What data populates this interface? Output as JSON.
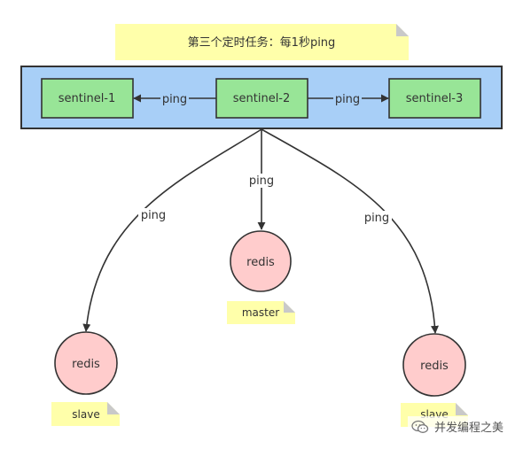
{
  "note_title": "第三个定时任务：每1秒ping",
  "sentinels": {
    "s1": "sentinel-1",
    "s2": "sentinel-2",
    "s3": "sentinel-3"
  },
  "edges": {
    "s2_to_s1": "ping",
    "s2_to_s3": "ping",
    "to_left_slave": "ping",
    "to_master": "ping",
    "to_right_slave": "ping"
  },
  "nodes": {
    "master": {
      "label": "redis",
      "note": "master"
    },
    "slave_left": {
      "label": "redis",
      "note": "slave"
    },
    "slave_right": {
      "label": "redis",
      "note": "slave"
    }
  },
  "watermark": "并发编程之美",
  "colors": {
    "note_fill": "#ffffaa",
    "group_fill": "#a8cff7",
    "sentinel_fill": "#98e597",
    "redis_fill": "#ffcccc",
    "stroke": "#333333"
  }
}
